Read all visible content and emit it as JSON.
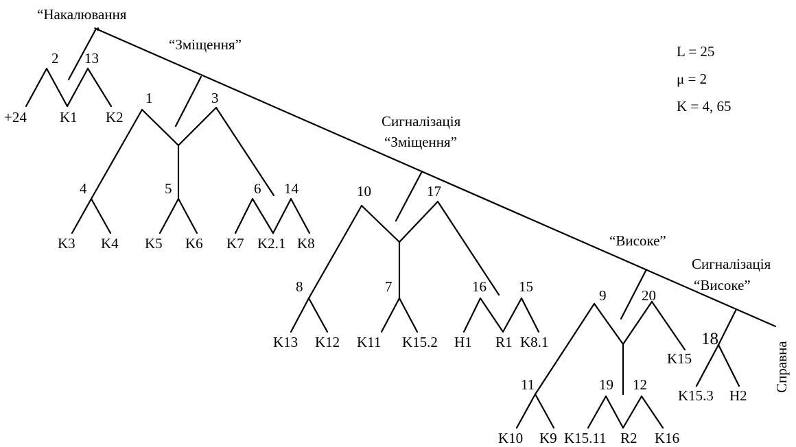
{
  "params": {
    "L": "L = 25",
    "mu": "μ = 2",
    "K": "K = 4, 65"
  },
  "section_labels": {
    "nakaluvannia": "“Накалювання",
    "nakaluvannia_close": "”",
    "zmishchennia": "“Зміщення”",
    "signal_zmishchennia_line1": "Сигналізація",
    "signal_zmishchennia_line2": "“Зміщення”",
    "vysoke": "“Високе”",
    "signal_vysoke_line1": "Сигналізація",
    "signal_vysoke_line2": "“Високе”",
    "spravna": "Справна"
  },
  "nodes": {
    "n1": "1",
    "n2": "2",
    "n3": "3",
    "n4": "4",
    "n5": "5",
    "n6": "6",
    "n7": "7",
    "n8": "8",
    "n9": "9",
    "n10": "10",
    "n11": "11",
    "n12": "12",
    "n13": "13",
    "n14": "14",
    "n15": "15",
    "n16": "16",
    "n17": "17",
    "n18": "18",
    "n19": "19",
    "n20": "20"
  },
  "leaves": {
    "plus24": "+24",
    "K1": "K1",
    "K2": "K2",
    "K3": "K3",
    "K4": "K4",
    "K5": "K5",
    "K6": "K6",
    "K7": "K7",
    "K2_1": "K2.1",
    "K8": "K8",
    "K13": "K13",
    "K12": "K12",
    "K11": "K11",
    "K15_2": "K15.2",
    "H1": "H1",
    "R1": "R1",
    "K8_1": "K8.1",
    "K15": "K15",
    "K15_3": "K15.3",
    "H2": "H2",
    "K10": "K10",
    "K9": "K9",
    "K15_11": "K15.11",
    "R2": "R2",
    "K16": "K16"
  }
}
